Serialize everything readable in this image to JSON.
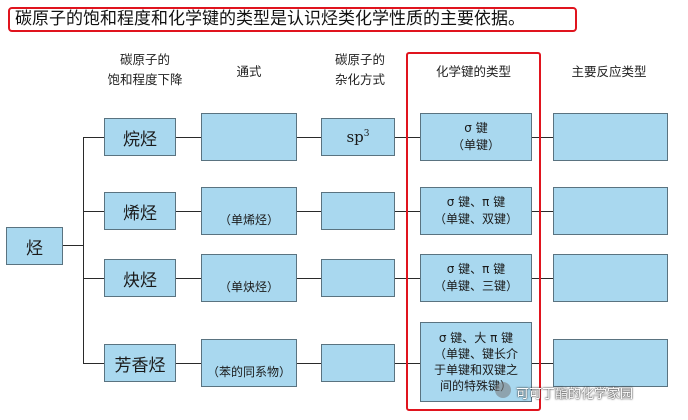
{
  "heading": "碳原子的饱和程度和化学键的类型是认识烃类化学性质的主要依据。",
  "columns": {
    "saturation": [
      "碳原子的",
      "饱和程度下降"
    ],
    "formula": "通式",
    "hybrid": [
      "碳原子的",
      "杂化方式"
    ],
    "bond": "化学键的类型",
    "reaction": "主要反应类型"
  },
  "root": "烃",
  "rows": [
    {
      "name": "烷烃",
      "formula_note": "",
      "hybrid": "sp",
      "hybrid_sup": "3",
      "bond": [
        "σ 键",
        "（单键）"
      ]
    },
    {
      "name": "烯烃",
      "formula_note": "（单烯烃）",
      "hybrid": "",
      "hybrid_sup": "",
      "bond": [
        "σ 键、π 键",
        "（单键、双键）"
      ]
    },
    {
      "name": "炔烃",
      "formula_note": "（单炔烃）",
      "hybrid": "",
      "hybrid_sup": "",
      "bond": [
        "σ 键、π 键",
        "（单键、三键）"
      ]
    },
    {
      "name": "芳香烃",
      "formula_note": "（苯的同系物）",
      "hybrid": "",
      "hybrid_sup": "",
      "bond": [
        "σ 键、大 π 键",
        "（单键、键长介",
        "于单键和双键之",
        "间的特殊键）"
      ]
    }
  ],
  "watermark": "可可丁酯的化学家园",
  "colors": {
    "box_fill": "#a9d8ef",
    "highlight": "#e0141e"
  }
}
